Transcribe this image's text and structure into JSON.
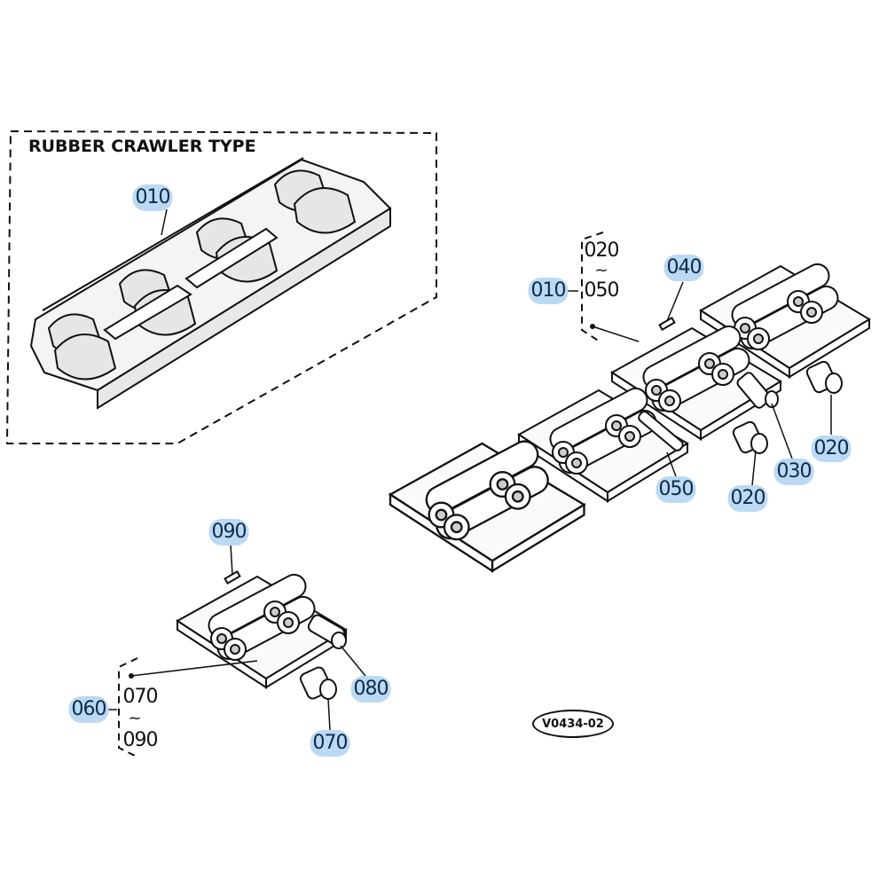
{
  "diagram": {
    "title": "RUBBER CRAWLER TYPE",
    "reference_code": "V0434-02",
    "callouts": {
      "rubber_crawler": "010",
      "steel_assembly": "010",
      "bolt_040": "040",
      "bushing_020_right": "020",
      "pin_030": "030",
      "pin_050": "050",
      "bushing_020_mid": "020",
      "bolt_090": "090",
      "pin_080": "080",
      "bushing_070": "070",
      "assembly_060": "060"
    },
    "ranges": {
      "steel_range_start": "020",
      "steel_range_end": "050",
      "link_range_start": "070",
      "link_range_end": "090",
      "range_symbol": "~"
    },
    "colors": {
      "highlight": "#bcd9f3",
      "callout_text": "#0d2a4a",
      "line": "#111111"
    }
  }
}
